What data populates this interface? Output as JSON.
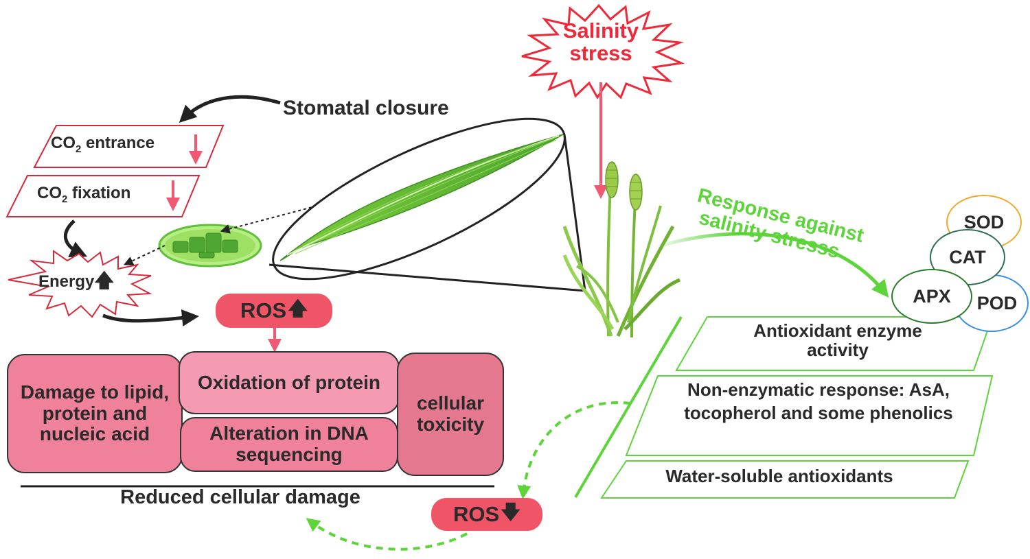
{
  "stress": {
    "line1": "Salinity",
    "line2": "stress"
  },
  "stomatal_closure": "Stomatal closure",
  "co2": {
    "entrance_pre": "CO",
    "entrance_sub": "2",
    "entrance_post": " entrance",
    "fixation_pre": "CO",
    "fixation_sub": "2",
    "fixation_post": " fixation"
  },
  "energy": "Energy",
  "ros_up": "ROS",
  "ros_down": "ROS",
  "damage_boxes": {
    "lipid": "Damage to lipid, protein and nucleic acid",
    "protein": "Oxidation of protein",
    "dna": "Alteration in DNA sequencing",
    "toxicity": "cellular toxicity"
  },
  "reduced": "Reduced cellular damage",
  "response": {
    "line1": "Response against",
    "line2": "salinity stresss"
  },
  "enzymes": {
    "sod": "SOD",
    "cat": "CAT",
    "apx": "APX",
    "pod": "POD"
  },
  "responses": {
    "antioxidant": "Antioxidant enzyme activity",
    "nonenzymatic": "Non-enzymatic response: AsA, tocopherol and some phenolics",
    "water": "Water-soluble antioxidants"
  },
  "colors": {
    "red": "#ee2a3a",
    "pink_arrow": "#ef5a72",
    "box_pink": "#f0819a",
    "box_light": "#f49ab2",
    "box_dark": "#e4788f",
    "green": "#5cd43a",
    "sod": "#f1a92c",
    "cat": "#2d6e58",
    "apx": "#2a7a2a",
    "pod": "#3b8fe2"
  }
}
